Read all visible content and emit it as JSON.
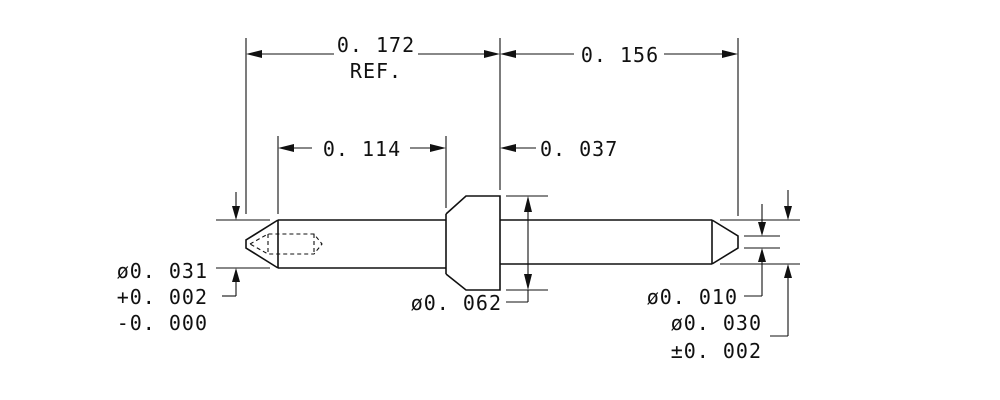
{
  "drawing": {
    "dimensions": {
      "overall_left": {
        "value": "0. 172",
        "note": "REF."
      },
      "overall_right": "0. 156",
      "tip_length": "0. 114",
      "collar_width": "0. 037",
      "left_diameter": {
        "value": "ø0. 031",
        "tol_plus": "+0. 002",
        "tol_minus": "-0. 000"
      },
      "collar_diameter": "ø0. 062",
      "tip_diameter": "ø0. 010",
      "shaft_diameter": {
        "value": "ø0. 030",
        "tol": "±0. 002"
      }
    }
  }
}
